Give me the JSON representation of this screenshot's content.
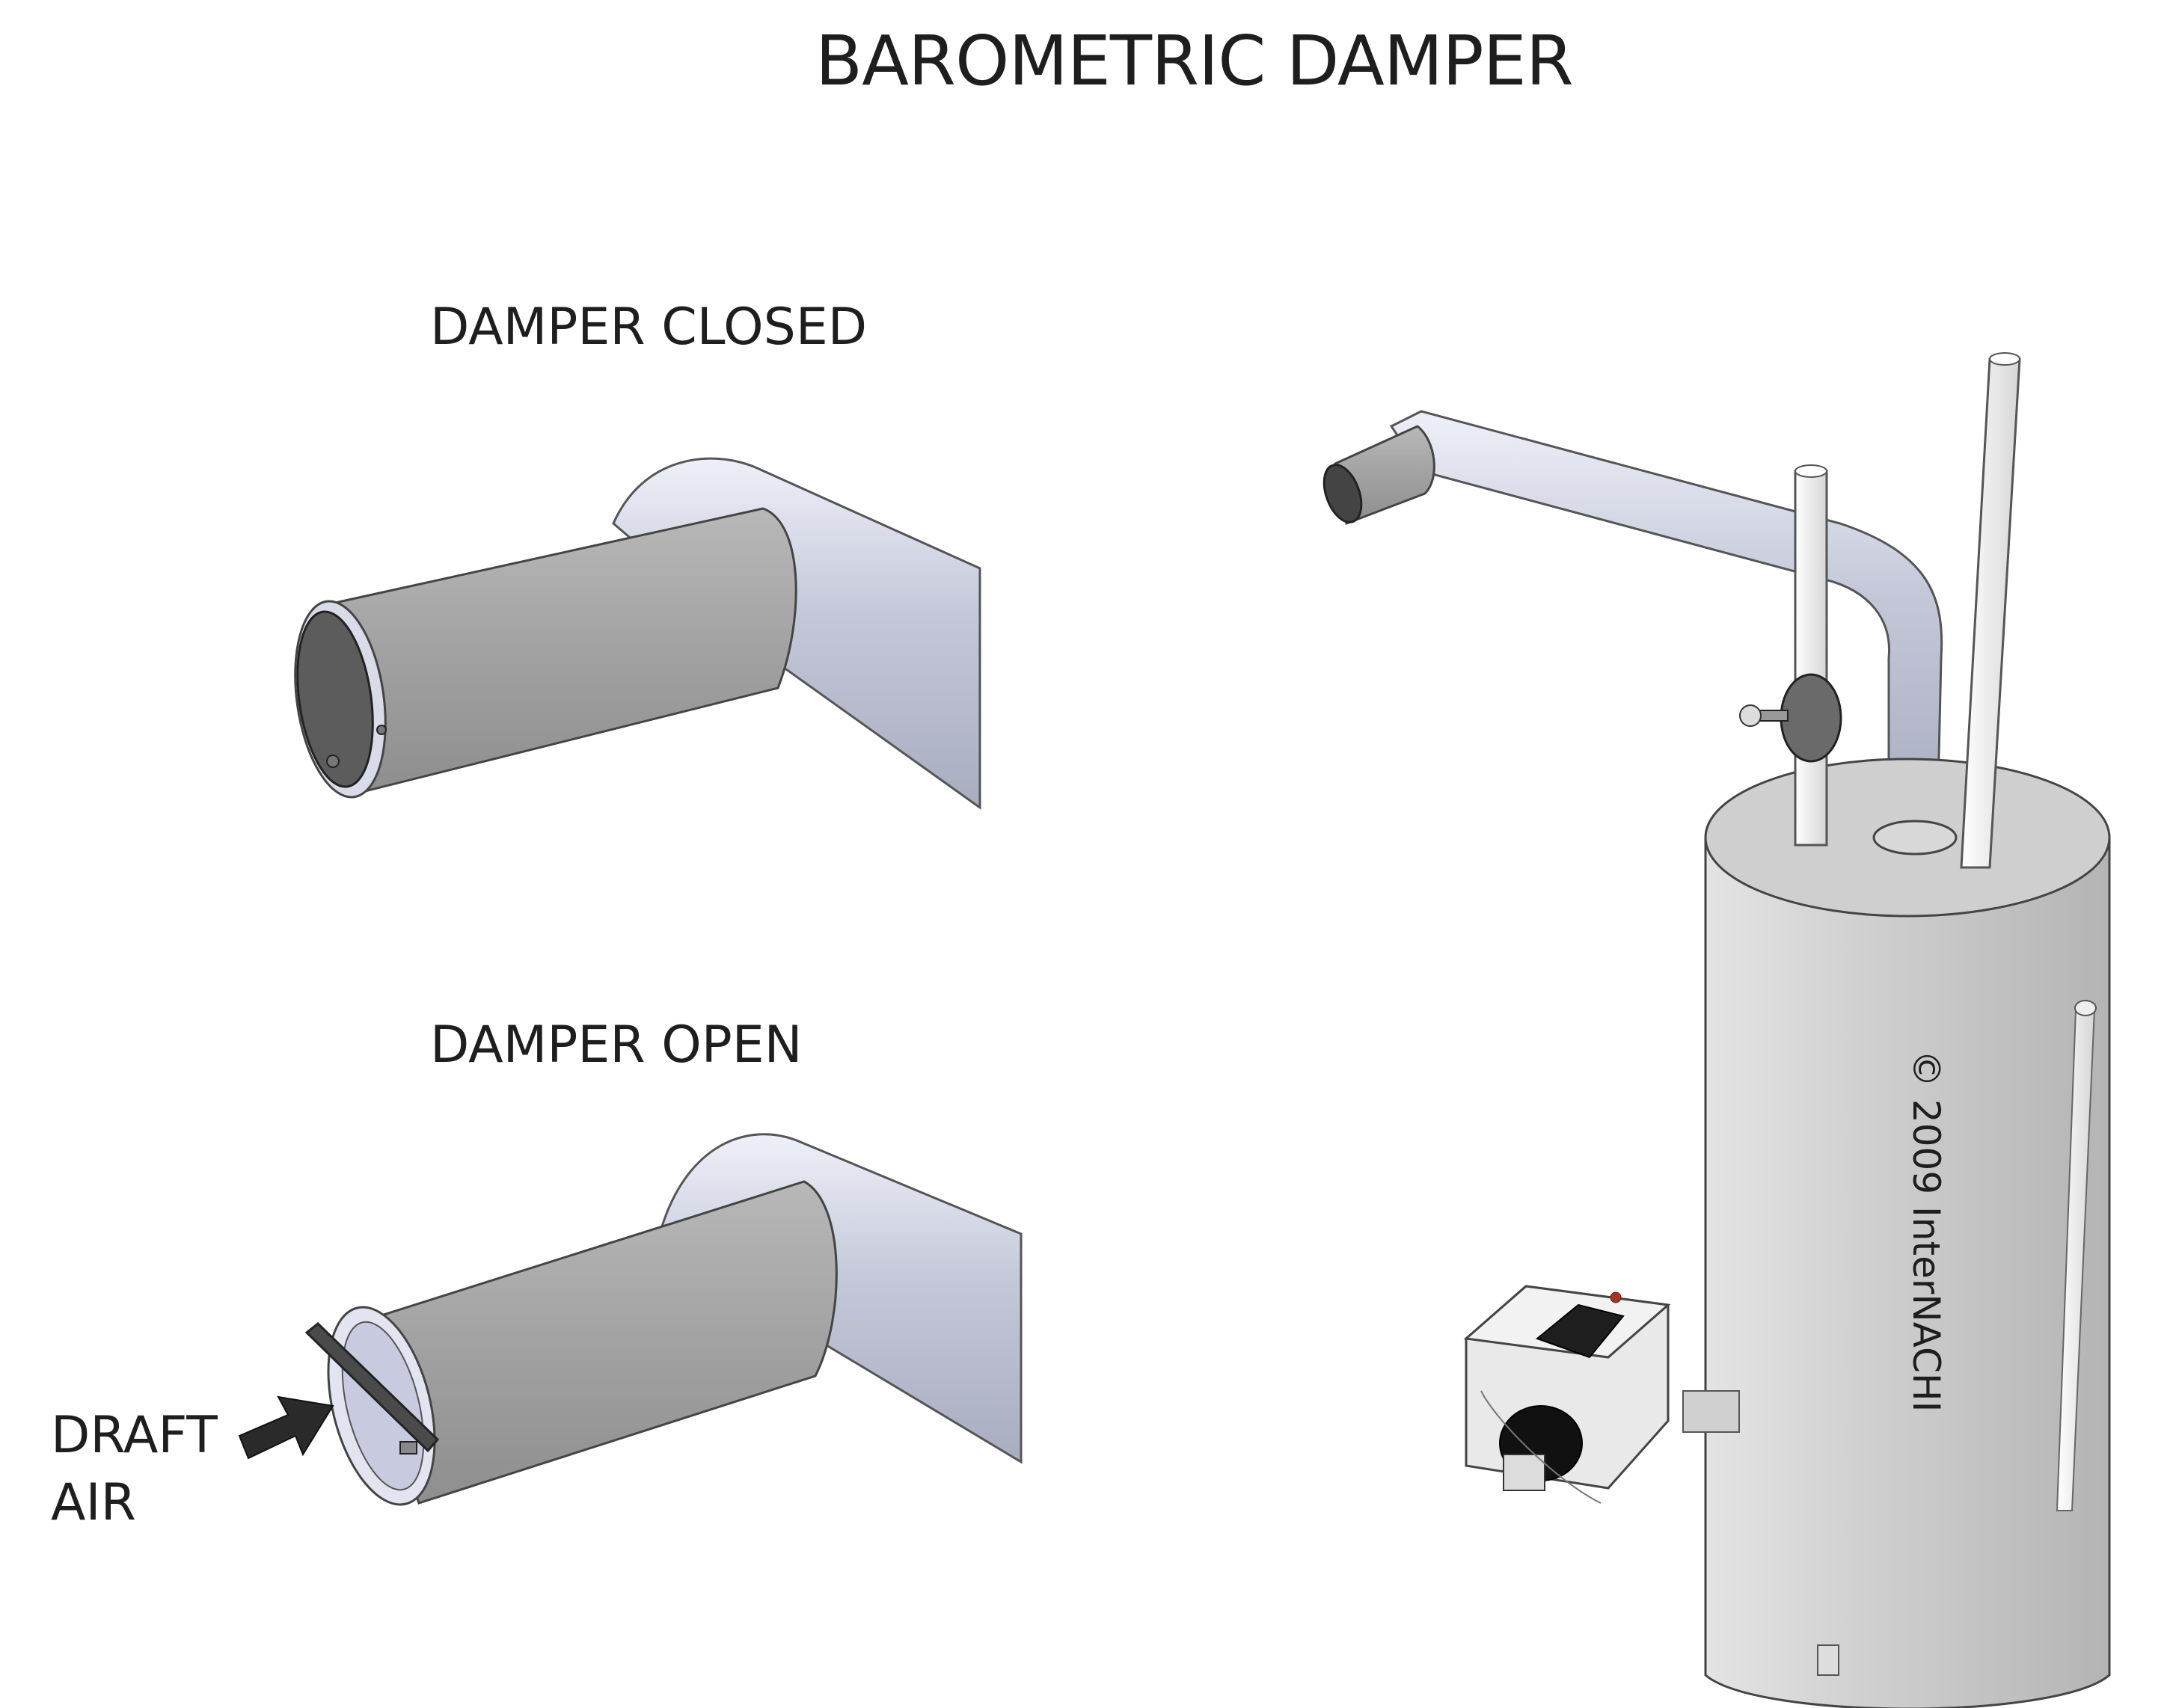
{
  "title": "BAROMETRIC DAMPER",
  "views": {
    "closed_label": "DAMPER CLOSED",
    "open_label": "DAMPER OPEN"
  },
  "annotation": {
    "line1": "DRAFT",
    "line2": "AIR"
  },
  "copyright": "© 2009 InterNACHI",
  "colors": {
    "pipe": "#c9ccda",
    "damper": "#a4a4a4",
    "tank": "#c8c8c8",
    "dark": "#333333"
  }
}
